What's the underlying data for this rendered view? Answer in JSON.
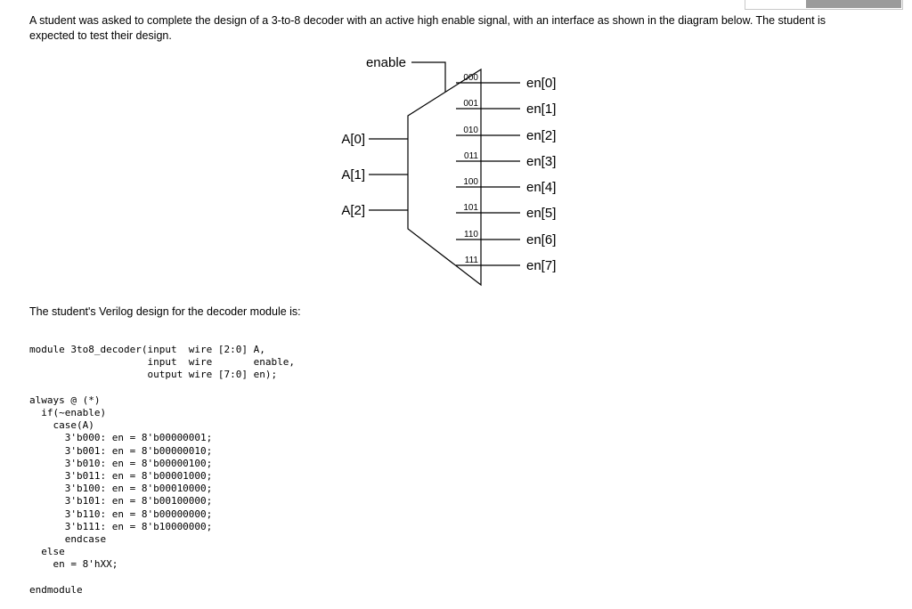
{
  "intro_text": "A student was asked to complete the design of a 3-to-8 decoder with an active high enable signal, with an interface as shown in the diagram below. The student is expected to test their design.",
  "verilog_intro_text": "The student's Verilog design for the decoder module is:",
  "diagram": {
    "enable_label": "enable",
    "inputs": [
      "A[0]",
      "A[1]",
      "A[2]"
    ],
    "outputs": [
      {
        "code": "000",
        "label": "en[0]"
      },
      {
        "code": "001",
        "label": "en[1]"
      },
      {
        "code": "010",
        "label": "en[2]"
      },
      {
        "code": "011",
        "label": "en[3]"
      },
      {
        "code": "100",
        "label": "en[4]"
      },
      {
        "code": "101",
        "label": "en[5]"
      },
      {
        "code": "110",
        "label": "en[6]"
      },
      {
        "code": "111",
        "label": "en[7]"
      }
    ]
  },
  "code": {
    "lines": [
      "module 3to8_decoder(input  wire [2:0] A,",
      "                    input  wire       enable,",
      "                    output wire [7:0] en);",
      "",
      "always @ (*)",
      "  if(~enable)",
      "    case(A)",
      "      3'b000: en = 8'b00000001;",
      "      3'b001: en = 8'b00000010;",
      "      3'b010: en = 8'b00000100;",
      "      3'b011: en = 8'b00001000;",
      "      3'b100: en = 8'b00010000;",
      "      3'b101: en = 8'b00100000;",
      "      3'b110: en = 8'b00000000;",
      "      3'b111: en = 8'b10000000;",
      "      endcase",
      "  else",
      "    en = 8'hXX;",
      "",
      "endmodule"
    ]
  },
  "colors": {
    "diagram_stroke": "#000000",
    "top_right_bar_fill": "#9b9b9b",
    "top_right_border": "#c8c8c8"
  }
}
